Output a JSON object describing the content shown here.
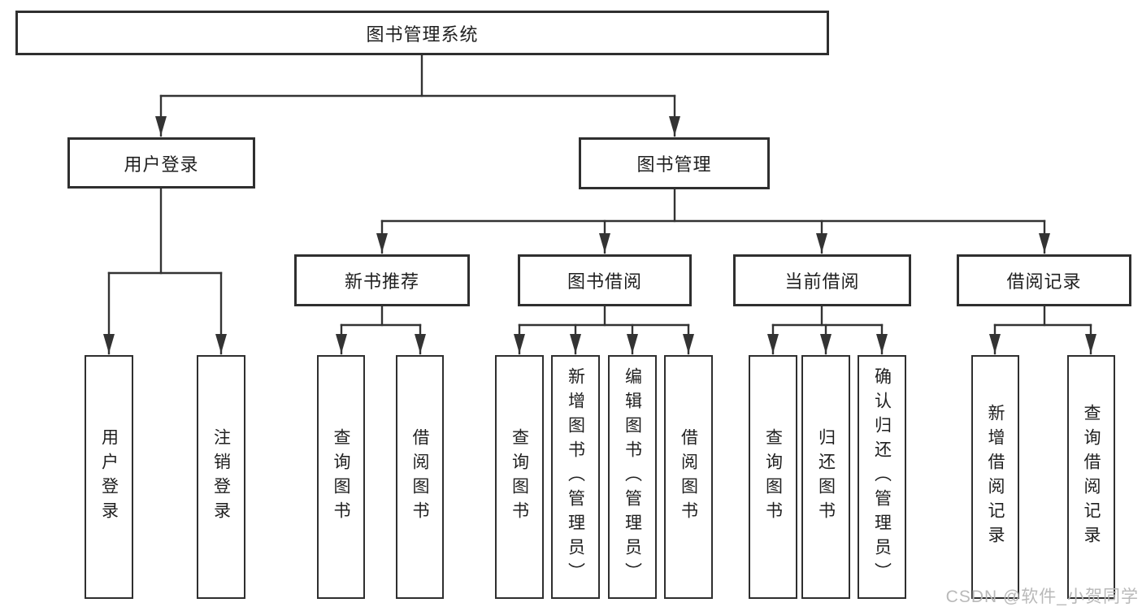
{
  "diagram": {
    "root": {
      "label": "图书管理系统"
    },
    "level2": [
      {
        "id": "user-login",
        "label": "用户登录"
      },
      {
        "id": "book-management",
        "label": "图书管理"
      }
    ],
    "level3": [
      {
        "id": "new-book-recommend",
        "label": "新书推荐"
      },
      {
        "id": "book-borrow",
        "label": "图书借阅"
      },
      {
        "id": "current-borrow",
        "label": "当前借阅"
      },
      {
        "id": "borrow-record",
        "label": "借阅记录"
      }
    ],
    "leaves": {
      "user_login": [
        {
          "label": "用户登录"
        },
        {
          "label": "注销登录"
        }
      ],
      "new_book_recommend": [
        {
          "label": "查询图书"
        },
        {
          "label": "借阅图书"
        }
      ],
      "book_borrow": [
        {
          "label": "查询图书"
        },
        {
          "label": "新增图书（管理员）"
        },
        {
          "label": "编辑图书（管理员）"
        },
        {
          "label": "借阅图书"
        }
      ],
      "current_borrow": [
        {
          "label": "查询图书"
        },
        {
          "label": "归还图书"
        },
        {
          "label": "确认归还（管理员）"
        }
      ],
      "borrow_record": [
        {
          "label": "新增借阅记录"
        },
        {
          "label": "查询借阅记录"
        }
      ]
    }
  },
  "watermark": {
    "text": "CSDN @软件_小贺同学"
  },
  "colors": {
    "line": "#333333",
    "box_border": "#2f2f2f",
    "text": "#1f1f1f",
    "watermark": "#b9b9b9",
    "background": "#ffffff"
  }
}
